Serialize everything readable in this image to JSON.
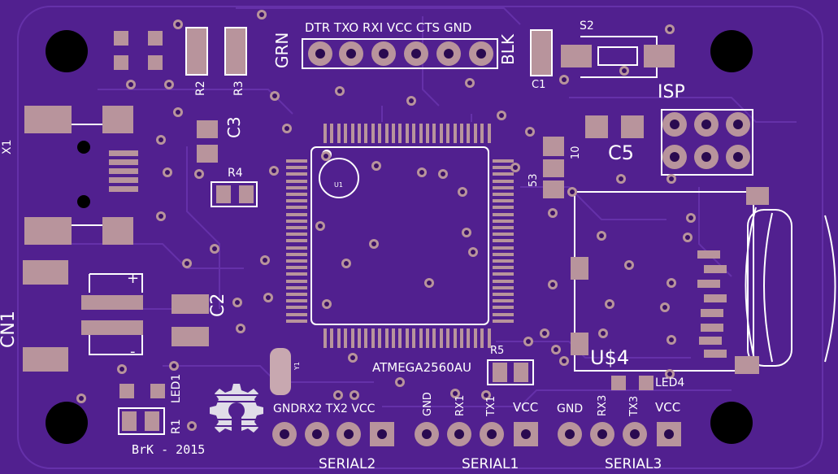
{
  "board": {
    "header_labels": [
      "DTR",
      "TXO",
      "RXI",
      "VCC",
      "CTS",
      "GND"
    ],
    "grn": "GRN",
    "blk": "BLK",
    "s2": "S2",
    "c1": "C1",
    "isp": "ISP",
    "c5": "C5",
    "r2": "R2",
    "r3": "R3",
    "c3": "C3",
    "r4": "R4",
    "x1": "X1",
    "cn1": "CN1",
    "c2": "C2",
    "u1": "U1",
    "mcu": "ATMEGA2560AU",
    "r5": "R5",
    "y1": "Y1",
    "u4": "U$4",
    "led4": "LED4",
    "led1": "LED1",
    "r1": "R1",
    "credit": "BrK - 2015",
    "ten": "10",
    "fiftythree": "53",
    "plus": "+",
    "minus": "-",
    "serial2": {
      "title": "SERIAL2",
      "pins": [
        "GND",
        "RX2",
        "TX2",
        "VCC"
      ]
    },
    "serial1": {
      "title": "SERIAL1",
      "pins": [
        "GND",
        "RX1",
        "TX1",
        "VCC"
      ]
    },
    "serial3": {
      "title": "SERIAL3",
      "pins": [
        "GND",
        "RX3",
        "TX3",
        "VCC"
      ]
    }
  },
  "colors": {
    "substrate": "#51208f",
    "trace": "#5e2aa3",
    "pad": "#b8949c",
    "silkscreen": "#ffffff"
  }
}
